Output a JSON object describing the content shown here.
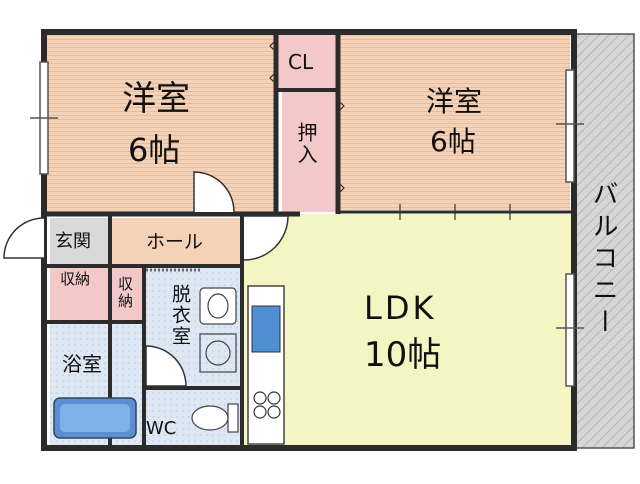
{
  "colors": {
    "wall": "#2b2b2b",
    "western_room": "#f4d2b8",
    "ldk": "#f5f5c3",
    "closet": "#f2c8c8",
    "water_area": "#dde8f4",
    "genkan": "#d9d9d9",
    "balcony": "#d4d4d4"
  },
  "rooms": {
    "western_left": {
      "name": "洋室",
      "size": "6帖"
    },
    "western_right": {
      "name": "洋室",
      "size": "6帖"
    },
    "ldk": {
      "name": "LDK",
      "size": "10帖"
    },
    "closet": "CL",
    "oshiire": "押入",
    "genkan": "玄関",
    "hall": "ホール",
    "storage_left": "収納",
    "storage_small": "収納",
    "dressing": "脱衣室",
    "bath": "浴室",
    "wc": "WC",
    "balcony": "バルコニー"
  }
}
